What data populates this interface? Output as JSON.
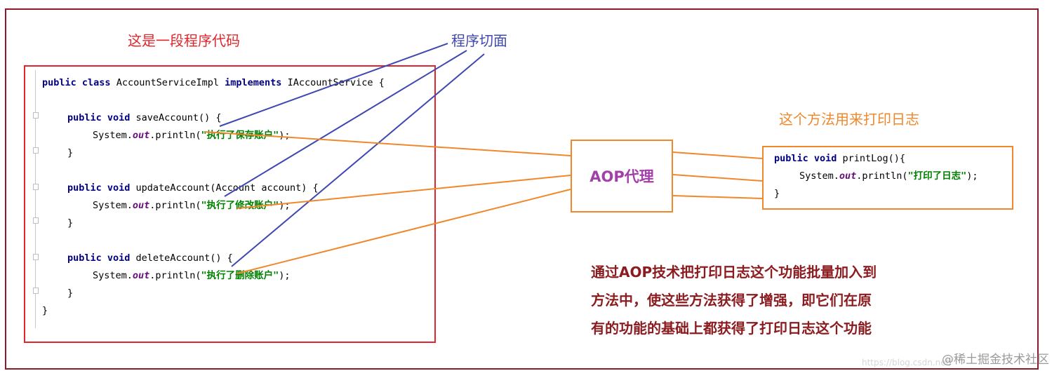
{
  "labels": {
    "code_label": "这是一段程序代码",
    "aspect_label": "程序切面",
    "method_label": "这个方法用来打印日志",
    "aop_proxy": "AOP代理"
  },
  "code": {
    "line1": {
      "kw": "public class",
      "name": "AccountServiceImpl",
      "kw2": "implements",
      "rest": "IAccountService {"
    },
    "methods": [
      {
        "sig_kw": "public void",
        "sig": "saveAccount() {",
        "call_a": "System.",
        "call_out": "out",
        "call_b": ".println(",
        "str": "\"执行了保存账户\"",
        "end": ");",
        "close": "}"
      },
      {
        "sig_kw": "public void",
        "sig": "updateAccount(Account account) {",
        "call_a": "System.",
        "call_out": "out",
        "call_b": ".println(",
        "str": "\"执行了修改账户\"",
        "end": ");",
        "close": "}"
      },
      {
        "sig_kw": "public void",
        "sig": "deleteAccount() {",
        "call_a": "System.",
        "call_out": "out",
        "call_b": ".println(",
        "str": "\"执行了删除账户\"",
        "end": ");",
        "close": "}"
      }
    ],
    "class_close": "}"
  },
  "log_code": {
    "sig_kw": "public void",
    "sig": "printLog(){",
    "call_a": "System.",
    "call_out": "out",
    "call_b": ".println(",
    "str": "\"打印了日志\"",
    "end": ");",
    "close": "}"
  },
  "description": {
    "line1": "通过AOP技术把打印日志这个功能批量加入到",
    "line2": "方法中，使这些方法获得了增强，即它们在原",
    "line3": "有的功能的基础上都获得了打印日志这个功能"
  },
  "watermark": "@稀土掘金技术社区",
  "watermark_faint": "https://blog.csdn.net/",
  "colors": {
    "frame": "#8b1b2a",
    "code_border": "#e0262c",
    "aspect_lines": "#3f48b0",
    "proxy_lines": "#f0882b",
    "aop_text": "#a23fa8",
    "description": "#8b1b1f"
  }
}
